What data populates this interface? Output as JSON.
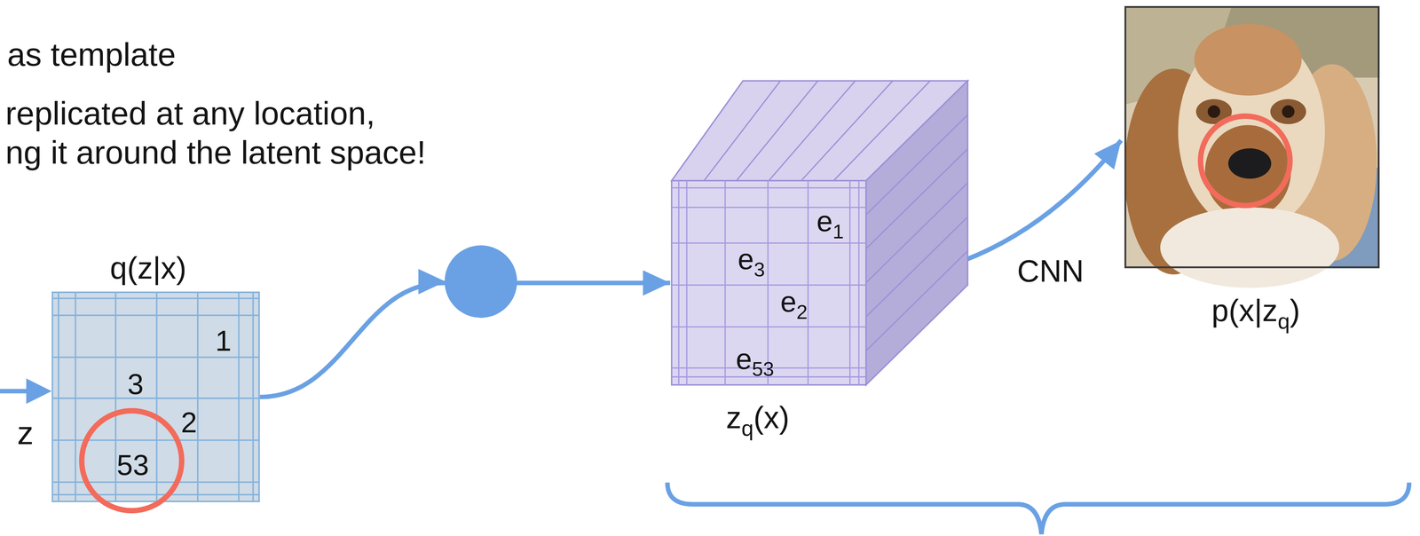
{
  "diagram": {
    "nodes": [
      {
        "text": [
          "q(z|x)",
          "1",
          "3",
          "2",
          "53"
        ]
      },
      {
        "text": [
          "e",
          "1",
          "e",
          "3",
          "e",
          "2",
          "e",
          "53",
          "z",
          "q",
          "(x)"
        ]
      },
      {
        "text": [
          "p(x|z",
          "q",
          ")"
        ]
      }
    ],
    "edges": [
      {
        "from": 0,
        "to": 1,
        "arrow": "to"
      },
      {
        "from": 1,
        "to": 2,
        "label": "CNN",
        "arrow": "to"
      }
    ],
    "labels": [
      "as template",
      "replicated at any location,",
      "ng it around the latent space!",
      "z"
    ]
  }
}
